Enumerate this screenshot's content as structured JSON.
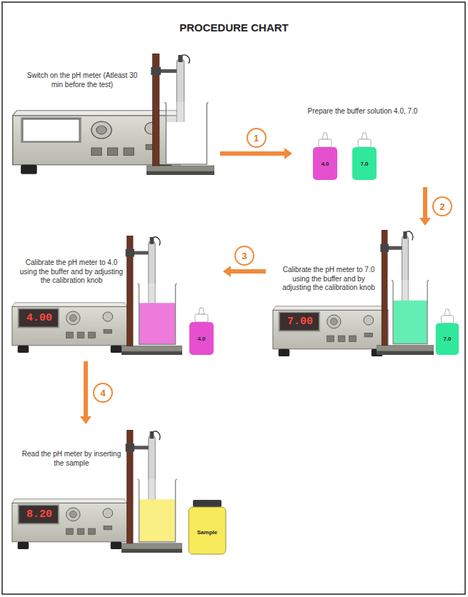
{
  "diagram": {
    "title": "PROCEDURE CHART",
    "nodes": [
      {
        "text": [
          "Switch on the pH meter (Atleast 30 min before the test)"
        ]
      },
      {
        "text": [
          "Prepare the buffer solution 4.0, 7.0"
        ]
      },
      {
        "text": [
          "Calibrate the pH meter to 7.0 using the buffer and by adjusting the calibration knob"
        ]
      },
      {
        "text": [
          "Calibrate the pH meter to 4.0 using the buffer and by adjusting the calibration knob"
        ]
      },
      {
        "text": [
          "Read the pH meter by inserting the sample"
        ]
      }
    ],
    "edges": [
      {
        "from": 0,
        "to": 1,
        "arrow": "to",
        "label": "1"
      },
      {
        "from": 1,
        "to": 2,
        "arrow": "to",
        "label": "2"
      },
      {
        "from": 2,
        "to": 3,
        "arrow": "to",
        "label": "3"
      },
      {
        "from": 3,
        "to": 4,
        "arrow": "to",
        "label": "4"
      }
    ],
    "labels": [
      "4.0",
      "7.0",
      "7.00",
      "7.0",
      "4.00",
      "4.0",
      "8.20",
      "Sample"
    ]
  }
}
